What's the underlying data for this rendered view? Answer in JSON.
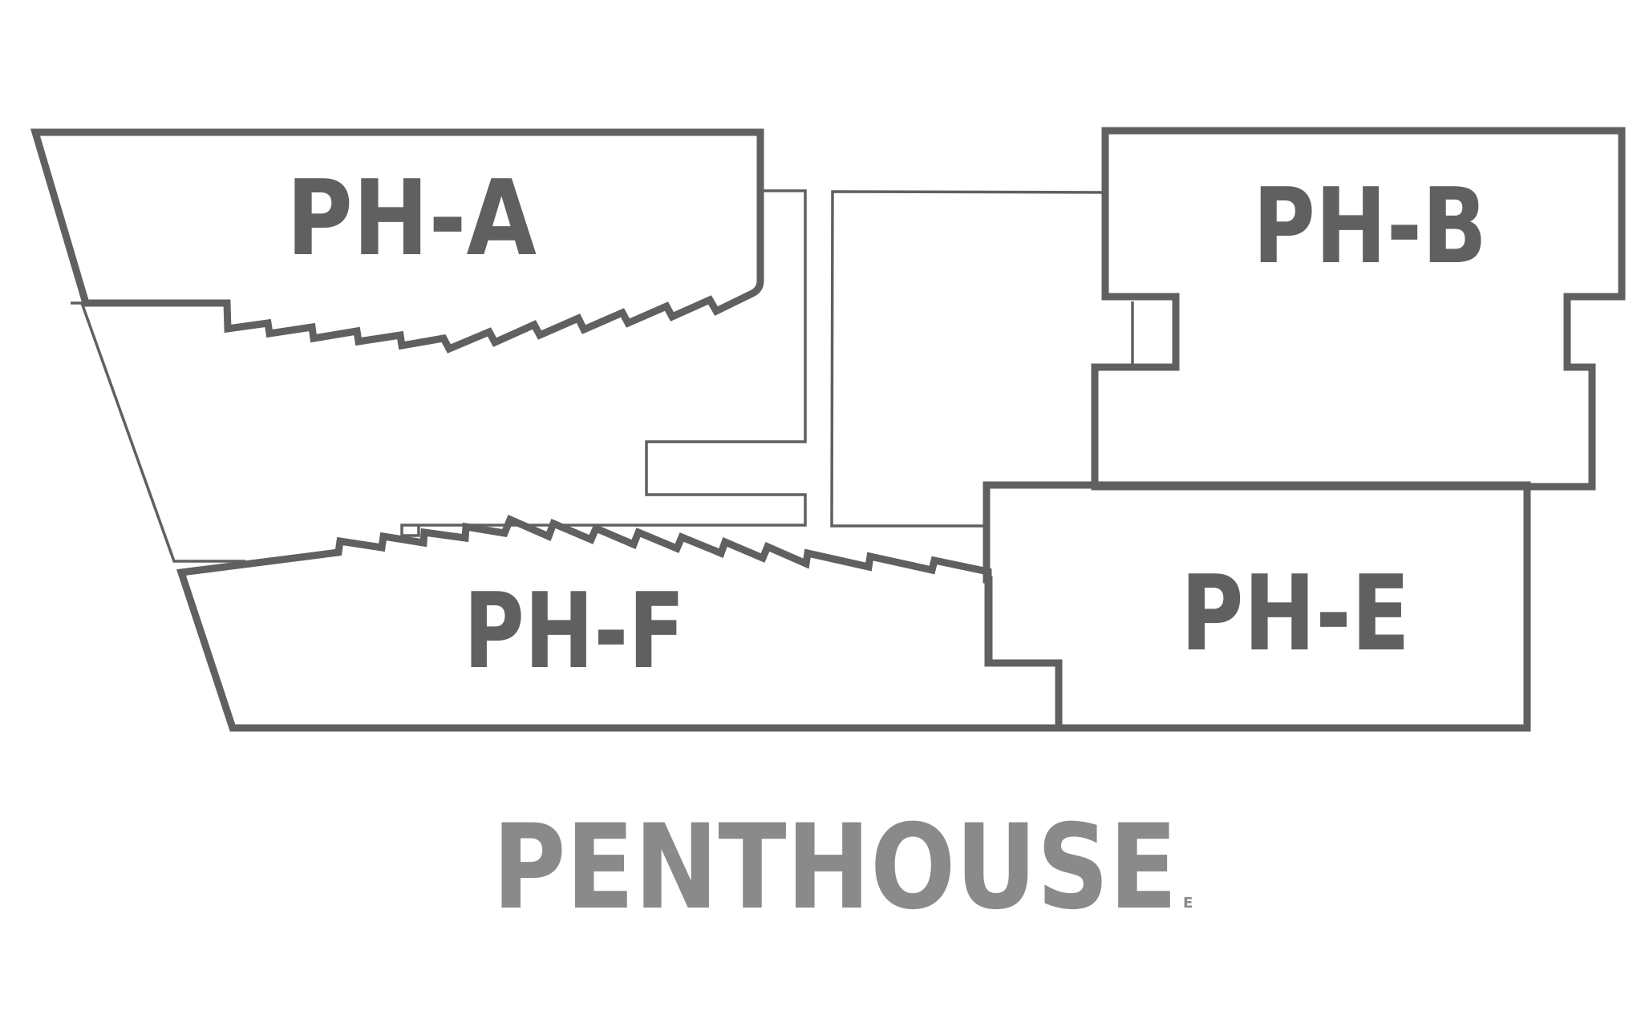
{
  "floor": {
    "title": "PENTHOUSE",
    "mark": "E"
  },
  "units": [
    {
      "id": "ph-a",
      "label": "PH-A"
    },
    {
      "id": "ph-b",
      "label": "PH-B"
    },
    {
      "id": "ph-e",
      "label": "PH-E"
    },
    {
      "id": "ph-f",
      "label": "PH-F"
    }
  ],
  "colors": {
    "outline": "#606060",
    "title": "#8a8a8a",
    "background": "#ffffff"
  }
}
